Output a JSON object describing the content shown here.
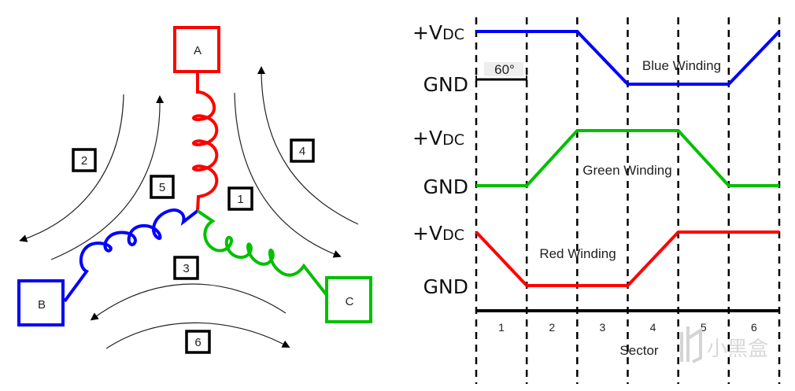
{
  "motor_diagram": {
    "terminals": [
      {
        "label": "A",
        "color": "#ff0000"
      },
      {
        "label": "B",
        "color": "#0000ff"
      },
      {
        "label": "C",
        "color": "#00c000"
      }
    ],
    "steps": [
      "1",
      "2",
      "3",
      "4",
      "5",
      "6"
    ]
  },
  "waveforms": {
    "level_high": "+V",
    "level_high_sub": "DC",
    "level_low": "GND",
    "angle_label": "60°",
    "xlabel": "Sector",
    "sectors": [
      "1",
      "2",
      "3",
      "4",
      "5",
      "6"
    ],
    "traces": [
      {
        "name": "Blue Winding",
        "color": "#0000ff",
        "levels": [
          1,
          1,
          1,
          0,
          0,
          0,
          1
        ]
      },
      {
        "name": "Green Winding",
        "color": "#00c000",
        "levels": [
          0,
          0,
          1,
          1,
          1,
          0,
          0
        ]
      },
      {
        "name": "Red Winding",
        "color": "#ff0000",
        "levels": [
          1,
          0,
          0,
          0,
          1,
          1,
          1
        ]
      }
    ]
  },
  "watermark": "小黑盒"
}
